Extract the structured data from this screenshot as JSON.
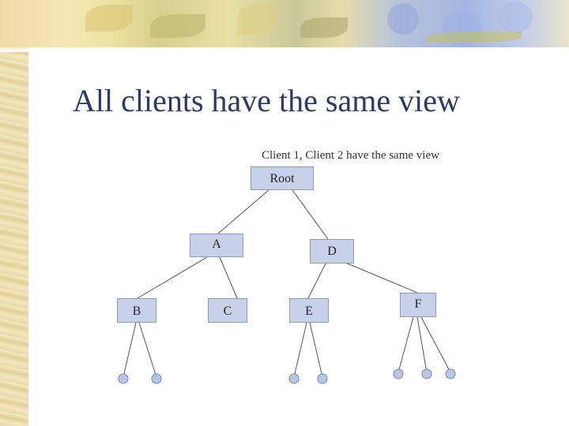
{
  "slide": {
    "title": "All clients have the same view",
    "caption": "Client 1, Client 2 have the same view"
  },
  "tree": {
    "root": "Root",
    "level1": [
      "A",
      "D"
    ],
    "level2": [
      "B",
      "C",
      "E",
      "F"
    ]
  },
  "colors": {
    "title": "#2e3a66",
    "node_fill": "#c7d2ea",
    "node_border": "#8f99b0",
    "edge": "#555555",
    "leaf_fill": "#b8c6e6"
  }
}
